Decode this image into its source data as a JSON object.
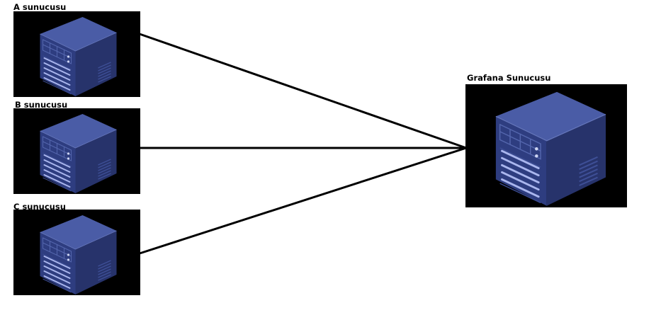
{
  "servers": [
    {
      "id": "a",
      "label": "A sunucusu"
    },
    {
      "id": "b",
      "label": "B sunucusu"
    },
    {
      "id": "c",
      "label": "C sunucusu"
    }
  ],
  "hub": {
    "label": "Grafana Sunucusu"
  },
  "colors": {
    "background": "#ffffff",
    "box": "#000000",
    "connector": "#000000",
    "server_front": "#2e3d80",
    "server_side": "#27336b",
    "server_top": "#4a5ca6",
    "drive_highlight": "#aab6ee"
  }
}
